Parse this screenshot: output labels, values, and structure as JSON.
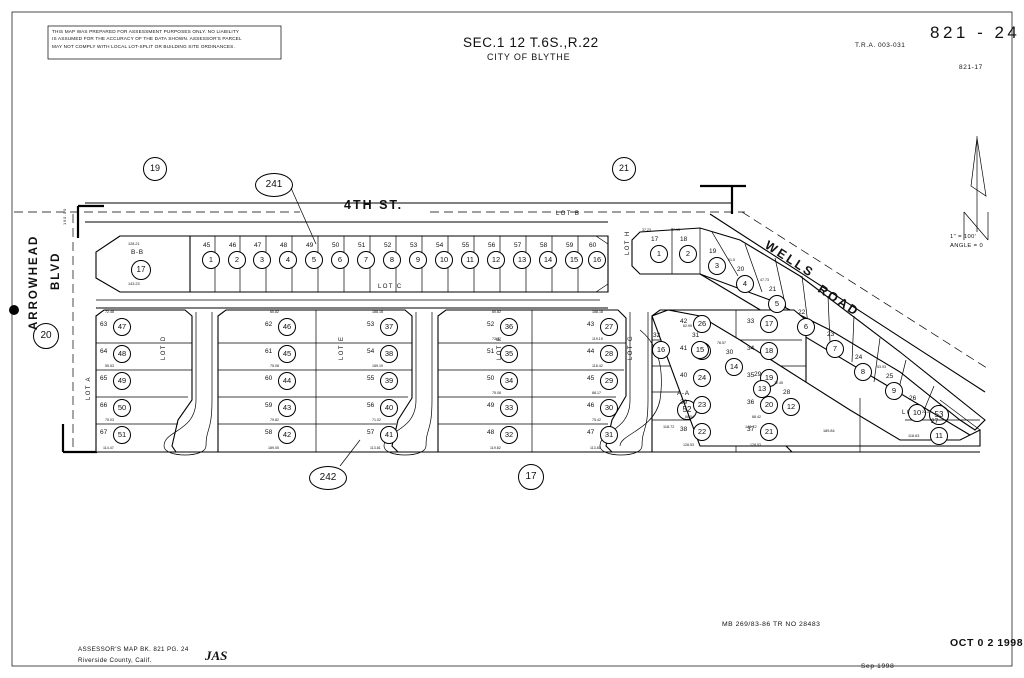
{
  "sheet": {
    "book_page": "821 - 24",
    "book_page_sub": "821-17",
    "tra": "T.R.A. 003-031",
    "title_line1": "SEC.1 12 T.6S.,R.22",
    "title_line2": "CITY OF BLYTHE",
    "disclaimer": [
      "THIS MAP WAS PREPARED FOR ASSESSMENT PURPOSES ONLY. NO LIABILITY",
      "IS ASSUMED FOR THE ACCURACY OF THE DATA SHOWN. ASSESSOR'S PARCEL",
      "MAY NOT COMPLY WITH LOCAL LOT-SPLIT OR BUILDING SITE ORDINANCES."
    ],
    "scale_line1": "1\" = 100'",
    "scale_line2": "ANGLE = 0",
    "north_label": "N"
  },
  "footer": {
    "assessor_line1": "ASSESSOR'S MAP BK. 821 PG. 24",
    "assessor_line2": "Riverside County, Calif.",
    "initials": "JAS",
    "map_ref": "MB 269/83-86 TR NO 28483",
    "date_stamp": "OCT 0 2 1998",
    "revision_date": "Sep 1998"
  },
  "streets": [
    {
      "name": "4TH  ST.",
      "orientation": "horizontal"
    },
    {
      "name": "ARROWHEAD",
      "orientation": "vertical"
    },
    {
      "name": "BLVD",
      "orientation": "vertical"
    },
    {
      "name": "WELLS",
      "orientation": "diagonal"
    },
    {
      "name": "ROAD",
      "orientation": "diagonal"
    }
  ],
  "callouts": [
    {
      "label": "19",
      "shape": "circle"
    },
    {
      "label": "21",
      "shape": "circle"
    },
    {
      "label": "20",
      "shape": "circle"
    },
    {
      "label": "17",
      "shape": "circle"
    },
    {
      "label": "241",
      "shape": "oval"
    },
    {
      "label": "242",
      "shape": "oval"
    }
  ],
  "lot_labels": [
    "LOT A",
    "LOT B",
    "LOT C",
    "LOT D",
    "LOT E",
    "LOT F",
    "LOT G",
    "LOT H",
    "LOT I"
  ],
  "block_labels": [
    "B-B",
    "A-A"
  ],
  "north_row": {
    "parcels": [
      {
        "apn": "1",
        "lot": "45"
      },
      {
        "apn": "2",
        "lot": "46"
      },
      {
        "apn": "3",
        "lot": "47"
      },
      {
        "apn": "4",
        "lot": "48"
      },
      {
        "apn": "5",
        "lot": "49"
      },
      {
        "apn": "6",
        "lot": "50"
      },
      {
        "apn": "7",
        "lot": "51"
      },
      {
        "apn": "8",
        "lot": "52"
      },
      {
        "apn": "9",
        "lot": "53"
      },
      {
        "apn": "10",
        "lot": "54"
      },
      {
        "apn": "11",
        "lot": "55"
      },
      {
        "apn": "12",
        "lot": "56"
      },
      {
        "apn": "13",
        "lot": "57"
      },
      {
        "apn": "14",
        "lot": "58"
      },
      {
        "apn": "15",
        "lot": "59"
      },
      {
        "apn": "16",
        "lot": "60"
      }
    ],
    "block_parcel": {
      "apn": "17",
      "block": "B-B",
      "dim_top": "128.21",
      "dim_bottom": "143.23"
    }
  },
  "south_columns": [
    {
      "lot_street": "LOT A",
      "parcels": [
        {
          "apn": "47",
          "lot": "63",
          "dim_top": "72.48"
        },
        {
          "apn": "48",
          "lot": "64",
          "dim_top": ""
        },
        {
          "apn": "49",
          "lot": "65",
          "dim_top": "55.53"
        },
        {
          "apn": "50",
          "lot": "66",
          "dim_top": ""
        },
        {
          "apn": "51",
          "lot": "67",
          "dim_top": "75.03",
          "dim_bottom": "114.47"
        }
      ]
    },
    {
      "lot_street": "LOT D",
      "parcels": [
        {
          "apn": "46",
          "lot": "62",
          "dim_top": "60.82"
        },
        {
          "apn": "45",
          "lot": "61",
          "dim_top": ""
        },
        {
          "apn": "44",
          "lot": "60",
          "dim_top": "75.08"
        },
        {
          "apn": "43",
          "lot": "59",
          "dim_top": ""
        },
        {
          "apn": "42",
          "lot": "58",
          "dim_top": "79.82",
          "dim_bottom": "189.05"
        }
      ]
    },
    {
      "lot_street": "LOT E",
      "parcels": [
        {
          "apn": "37",
          "lot": "53",
          "dim_top": "188.18"
        },
        {
          "apn": "38",
          "lot": "54",
          "dim_top": ""
        },
        {
          "apn": "39",
          "lot": "55",
          "dim_top": "189.19"
        },
        {
          "apn": "40",
          "lot": "56",
          "dim_top": ""
        },
        {
          "apn": "41",
          "lot": "57",
          "dim_top": "71.02",
          "dim_bottom": "113.81"
        }
      ]
    },
    {
      "lot_street": "",
      "parcels": [
        {
          "apn": "36",
          "lot": "52",
          "dim_top": "60.82"
        },
        {
          "apn": "35",
          "lot": "51",
          "dim_top": "73.82"
        },
        {
          "apn": "34",
          "lot": "50",
          "dim_top": ""
        },
        {
          "apn": "33",
          "lot": "49",
          "dim_top": "75.08"
        },
        {
          "apn": "32",
          "lot": "48",
          "dim_top": "",
          "dim_bottom": "119.82"
        }
      ]
    },
    {
      "lot_street": "LOT F",
      "parcels": [
        {
          "apn": "27",
          "lot": "43",
          "dim_top": "188.18"
        },
        {
          "apn": "28",
          "lot": "44",
          "dim_top": "119.19"
        },
        {
          "apn": "29",
          "lot": "45",
          "dim_top": "118.42"
        },
        {
          "apn": "30",
          "lot": "46",
          "dim_top": "88.17"
        },
        {
          "apn": "31",
          "lot": "47",
          "dim_top": "75.42",
          "dim_bottom": "113.81"
        }
      ]
    },
    {
      "lot_street": "",
      "parcels": [
        {
          "apn": "26",
          "lot": "42",
          "dim_top": ""
        },
        {
          "apn": "25",
          "lot": "41",
          "dim_top": ""
        },
        {
          "apn": "24",
          "lot": "40",
          "dim_top": ""
        },
        {
          "apn": "23",
          "lot": "39",
          "dim_top": ""
        },
        {
          "apn": "22",
          "lot": "38",
          "dim_top": "88.54",
          "dim_bottom": "128.53"
        }
      ]
    },
    {
      "lot_street": "LOT G",
      "parcels": [
        {
          "apn": "17",
          "lot": "33",
          "dim_top": ""
        },
        {
          "apn": "18",
          "lot": "34",
          "dim_top": ""
        },
        {
          "apn": "19",
          "lot": "35",
          "dim_top": ""
        },
        {
          "apn": "20",
          "lot": "36",
          "dim_top": ""
        },
        {
          "apn": "21",
          "lot": "37",
          "dim_top": "88.42",
          "dim_bottom": "128.53"
        }
      ]
    }
  ],
  "wells_upper": [
    {
      "apn": "1",
      "lot": "17",
      "dim": "37.23"
    },
    {
      "apn": "2",
      "lot": "18",
      "dim": "47.93"
    },
    {
      "apn": "3",
      "lot": "19",
      "dim": ""
    },
    {
      "apn": "4",
      "lot": "20",
      "dim": "51.5"
    },
    {
      "apn": "5",
      "lot": "21",
      "dim": "47.73"
    },
    {
      "apn": "6",
      "lot": "22",
      "dim": ""
    },
    {
      "apn": "7",
      "lot": "23",
      "dim": ""
    },
    {
      "apn": "8",
      "lot": "24",
      "dim": ""
    },
    {
      "apn": "9",
      "lot": "25",
      "dim": "53.93"
    },
    {
      "apn": "10",
      "lot": "26",
      "dim": ""
    },
    {
      "apn": "11",
      "lot": "27",
      "dim": "22.37"
    }
  ],
  "wells_lower": [
    {
      "apn": "16",
      "lot": "32",
      "dim": ""
    },
    {
      "apn": "15",
      "lot": "31",
      "dim": "62.95"
    },
    {
      "apn": "14",
      "lot": "30",
      "dim": "78.57"
    },
    {
      "apn": "13",
      "lot": "29",
      "dim": ""
    },
    {
      "apn": "12",
      "lot": "28",
      "dim": "72.45"
    }
  ],
  "corner_parcels": [
    {
      "apn": "52",
      "block": "A-A",
      "dim_bottom": "118.72"
    },
    {
      "apn": "53",
      "lot_label": "LOT I",
      "dim_bottom": "116.63"
    }
  ],
  "dimensions": {
    "south_bottom": [
      "114.47",
      "189.05",
      "113.81",
      "119.82",
      "113.81",
      "128.53",
      "118.72",
      "148.72",
      "189.84",
      "116.63"
    ],
    "misc": [
      "143.23",
      "128.21",
      "110.72",
      "22.37",
      "35.22",
      "33.19",
      "36.95",
      "190.00"
    ]
  }
}
